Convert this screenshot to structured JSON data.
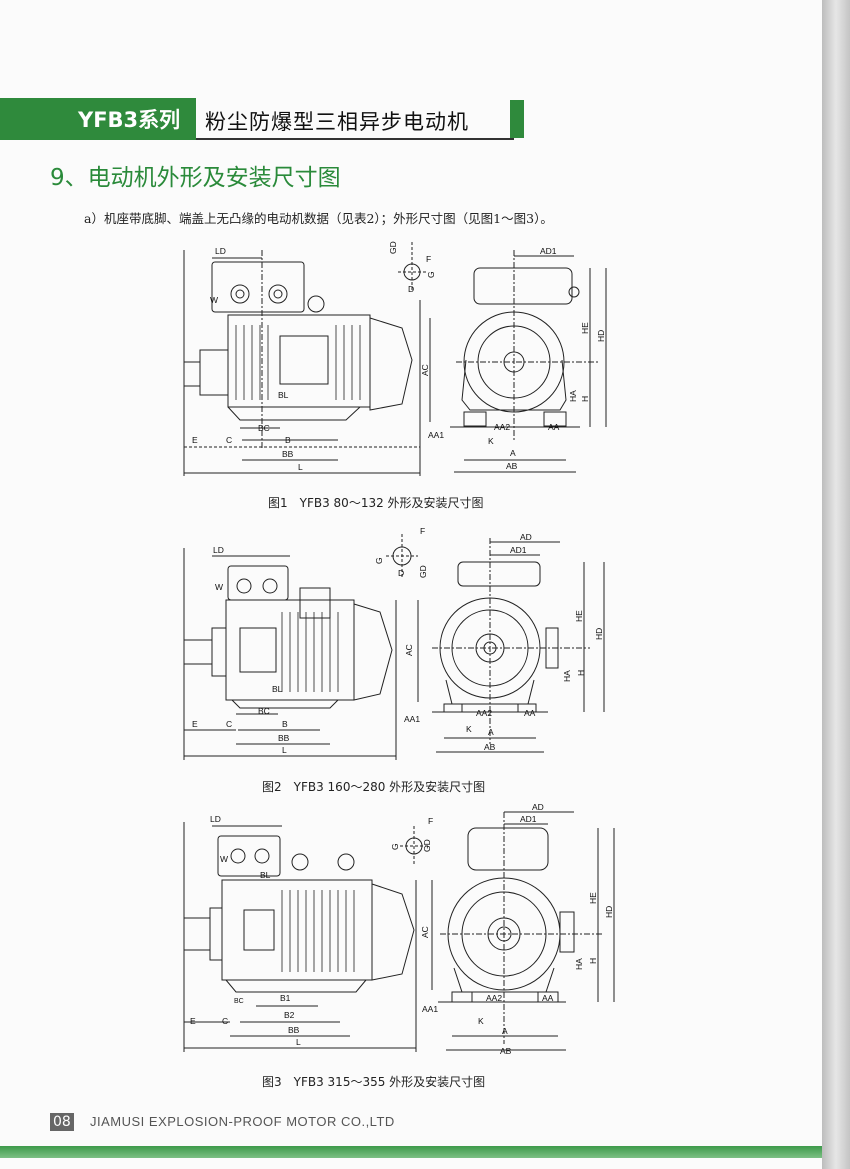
{
  "header": {
    "series": "YFB3系列",
    "product_name": "粉尘防爆型三相异步电动机"
  },
  "section": {
    "title": "9、电动机外形及安装尺寸图",
    "note": "a）机座带底脚、端盖上无凸缘的电动机数据（见表2）；外形尺寸图（见图1～图3）。"
  },
  "figures": [
    {
      "caption": "图1　YFB3  80～132  外形及安装尺寸图",
      "labels": [
        "LD",
        "W",
        "BL",
        "BC",
        "B",
        "BB",
        "L",
        "E",
        "C",
        "AC",
        "GD",
        "G",
        "F",
        "D",
        "AD1",
        "HE",
        "HD",
        "HA",
        "H",
        "AA1",
        "AA2",
        "K",
        "A",
        "AB",
        "AA"
      ]
    },
    {
      "caption": "图2　YFB3  160～280  外形及安装尺寸图",
      "labels": [
        "LD",
        "W",
        "BL",
        "BC",
        "B",
        "BB",
        "L",
        "E",
        "C",
        "AC",
        "F",
        "G",
        "D",
        "GD",
        "AD",
        "AD1",
        "HE",
        "HD",
        "HA",
        "H",
        "AA1",
        "AA2",
        "K",
        "A",
        "AB",
        "AA"
      ]
    },
    {
      "caption": "图3　YFB3  315～355  外形及安装尺寸图",
      "labels": [
        "LD",
        "W",
        "BL",
        "BC",
        "B1",
        "B2",
        "BB",
        "L",
        "E",
        "C",
        "AC",
        "F",
        "G",
        "GD",
        "AD",
        "AD1",
        "HE",
        "HD",
        "HA",
        "H",
        "AA1",
        "AA2",
        "K",
        "A",
        "AB",
        "AA"
      ]
    }
  ],
  "footer": {
    "page_number": "08",
    "company": "JIAMUSI EXPLOSION-PROOF MOTOR CO.,LTD"
  }
}
